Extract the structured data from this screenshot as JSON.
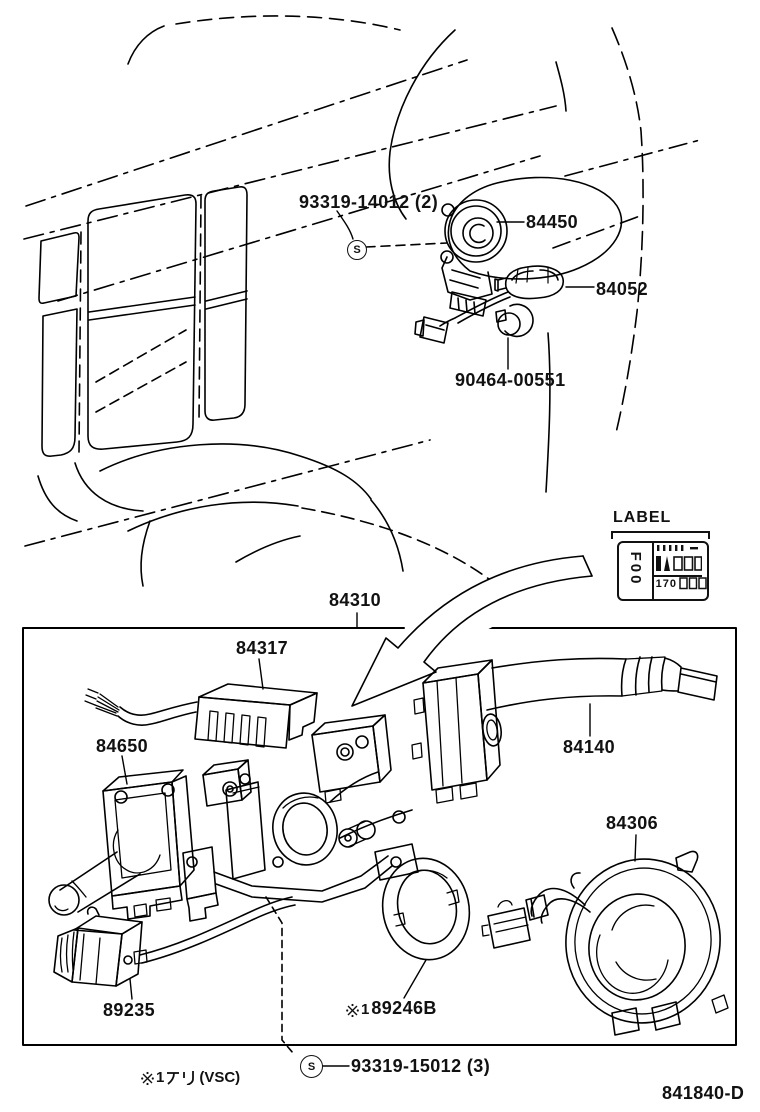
{
  "drawing": {
    "number": "841840-D",
    "footnote": {
      "ref_num": "1",
      "kana": "アリ",
      "note": "(VSC)"
    }
  },
  "symbols": {
    "screw": "S"
  },
  "label_box": {
    "caption": "LABEL",
    "code_text": "F00",
    "serial_text": "170"
  },
  "callouts": {
    "screw_top": "93319-14012 (2)",
    "ignition_switch": "84450",
    "key_amplifier": "84052",
    "grommet": "90464-00551",
    "switch_assembly": "84310",
    "relay_connector": "84317",
    "light_control_switch": "84650",
    "wiper_switch": "84140",
    "spiral_cable": "84306",
    "stop_lamp_switch": "89235",
    "ring_ref_num": "1",
    "ring": "89246B",
    "screw_bottom": "93319-15012 (3)"
  }
}
